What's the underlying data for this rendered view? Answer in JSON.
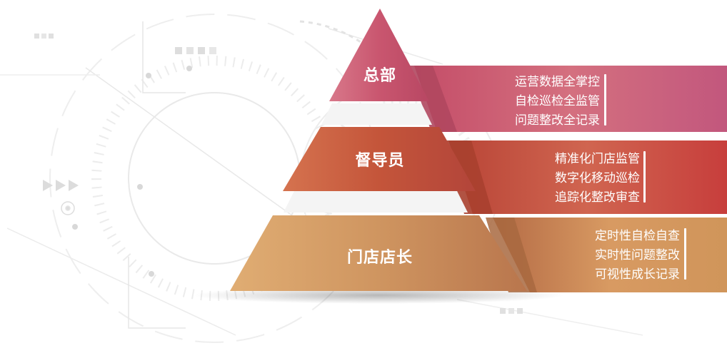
{
  "tiers": [
    {
      "label": "总部",
      "features": [
        "运营数据全掌控",
        "自检巡检全监管",
        "问题整改全记录"
      ]
    },
    {
      "label": "督导员",
      "features": [
        "精准化门店监管",
        "数字化移动巡检",
        "追踪化整改审查"
      ]
    },
    {
      "label": "门店店长",
      "features": [
        "定时性自检自查",
        "实时性问题整改",
        "可视性成长记录"
      ]
    }
  ],
  "colors": {
    "tier1_band": "#c85d7b",
    "tier1_pyramid": "#c4566f",
    "tier2_band": "#c9453e",
    "tier2_pyramid": "#c05536",
    "tier3_band": "#cf9358",
    "tier3_pyramid": "#c8905a",
    "decor": "#e6e6e6"
  }
}
